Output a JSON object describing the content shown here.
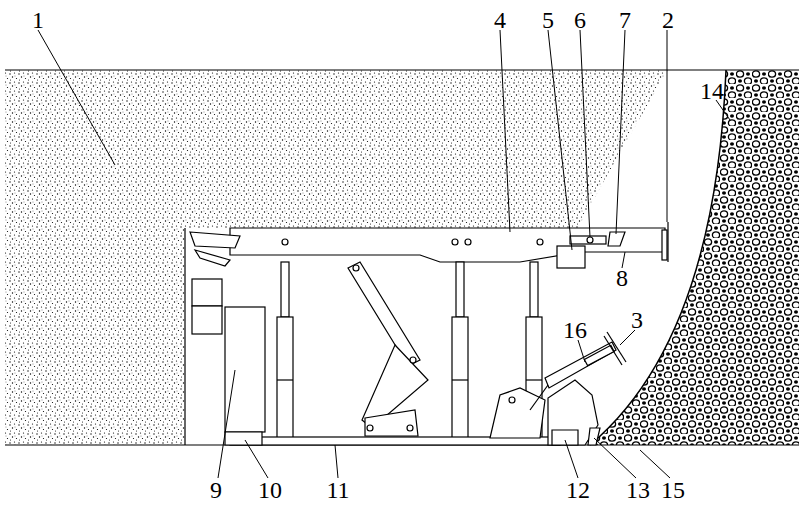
{
  "diagram": {
    "labels": [
      "1",
      "4",
      "5",
      "6",
      "7",
      "2",
      "14",
      "8",
      "16",
      "3",
      "9",
      "10",
      "11",
      "12",
      "13",
      "15"
    ]
  }
}
